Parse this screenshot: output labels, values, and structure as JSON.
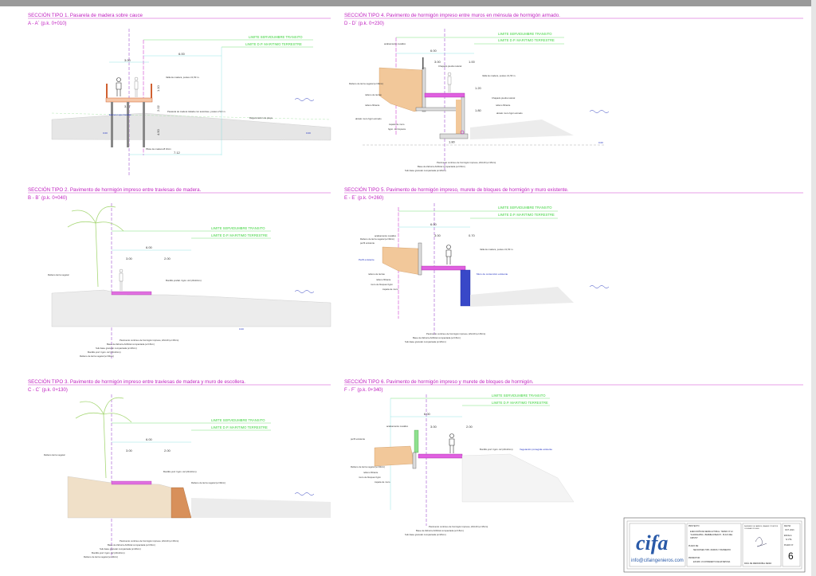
{
  "sections": [
    {
      "title": "SECCIÓN TIPO 1. Pasarela de madera sobre cauce",
      "subtitle": "A - A´ (p.k. 0+010)",
      "dims": [
        "6.00",
        "3.00",
        "1.10",
        "2.02",
        "4.50",
        "7.12",
        "3.07"
      ],
      "notes": [
        "Valla de madera, postes c/1,50 m.",
        "Pasarela de madera tratada con autoclave, postes c/3,6 m.",
        "Regeneración de playa",
        "Pilote de madera Ø 16cm"
      ],
      "levels": [
        "0.00",
        "0.00"
      ],
      "blue_note": "Estrato impermeable"
    },
    {
      "title": "SECCIÓN TIPO 2. Pavimento de hormigón impreso entre traviesas de madera.",
      "subtitle": "B - B´ (p.k. 0+040)",
      "dims": [
        "6.00",
        "3.00",
        "2.00"
      ],
      "notes": [
        "Relleno tierra vegetal",
        "Bordillo prefab. hgón. A2 (20x10cm)",
        "Pavimento continuo de hormigón impreso, HM-20 (e=15cm)",
        "Base de Zahorra Artificial compactada (e=15cm)",
        "Sub-base granular compactada (e=20cm)",
        "Bordillo pref. hgón. A2 (20x10cm)",
        "Relleno de tierra vegetal (e=30cm)"
      ],
      "levels": [
        "0.00"
      ]
    },
    {
      "title": "SECCIÓN TIPO 3. Pavimento de hormigón impreso entre traviesas de madera y muro de escollera.",
      "subtitle": "C - C´ (p.k. 0+130)",
      "dims": [
        "6.00",
        "3.00",
        "2.00"
      ],
      "notes": [
        "Relleno tierra vegetal",
        "Bordillo pref. hgón. A2 (20x10cm)",
        "Relleno de tierra vegetal (e=30cm)",
        "Pavimento continuo de hormigón impreso, HM-20 (e=15cm)",
        "Base de Zahorra Artificial compactada (e=15cm)",
        "Sub-base granular compactada (e=20cm)",
        "Bordillo pref. hgón. A2 (20x10cm)",
        "Relleno de tierra vegetal (e=30cm)"
      ]
    },
    {
      "title": "SECCIÓN TIPO 4. Pavimento de hormigón impreso entre muros en ménsula de hormigón armado.",
      "subtitle": "D - D´ (p.k. 0+230)",
      "dims": [
        "6.00",
        "3.00",
        "1.00",
        "1.20",
        "1.80",
        "1.80"
      ],
      "notes": [
        "acabamiento metálico",
        "Chapado piedra natural",
        "Valla de madera, postes c/1,50 m.",
        "Relleno de tierra vegetal (e=30cm)",
        "relleno de tierras",
        "relleno filtrante",
        "Chapado piedra natural",
        "relleno filtrante",
        "alzado muro hgón armado",
        "alzado muro hgón armado",
        "zapata de muro",
        "hgón. de limpieza",
        "Pavimento continuo de hormigón impreso, HM-20 (e=15cm)",
        "Base de Zahorra Artificial compactada (e=15cm)",
        "Sub-base granular compactada (e=20cm)"
      ],
      "levels": [
        "0.00"
      ]
    },
    {
      "title": "SECCIÓN TIPO 5. Pavimento de hormigón impreso, murete de bloques de hormigón y muro existente.",
      "subtitle": "E - E´ (p.k. 0+260)",
      "dims": [
        "6.00",
        "3.00",
        "0.70"
      ],
      "notes": [
        "acabamiento metálico",
        "Relleno de tierra vegetal (e=30cm)",
        "perfil existente",
        "Valla de madera, postes c/1,50 m.",
        "relleno de tierras",
        "relleno filtrante",
        "muro de bloques hgón",
        "zapata de muro",
        "Pavimento continuo de hormigón impreso, HM-20 (e=15cm)",
        "Base de Zahorra Artificial compactada (e=15cm)",
        "Sub-base granular compactada (e=20cm)"
      ],
      "blue_notes": [
        "Perfil existente",
        "Muro de contención existente"
      ]
    },
    {
      "title": "SECCIÓN TIPO 6. Pavimento de hormigón impreso y murete de bloques de hormigón.",
      "subtitle": "F - F´ (p.k. 0+340)",
      "dims": [
        "6.00",
        "3.00",
        "2.00"
      ],
      "notes": [
        "acabamiento metálico",
        "perfil existente",
        "Bordillo pref. hgón. A2 (20x10cm)",
        "Relleno de tierra vegetal (e=30cm)",
        "relleno filtrante",
        "muro de bloques hgón",
        "zapata de muro",
        "Pavimento continuo de hormigón impreso, HM-20 (e=15cm)",
        "Base de Zahorra Artificial compactada (e=15cm)",
        "Sub-base granular compactada (e=20cm)"
      ],
      "blue_notes": [
        "Vegetación protegida existente"
      ]
    }
  ],
  "limits": {
    "servidumbre": "LIMITE SERVIDUMBRE TRANSITO",
    "dp": "LIMITE D.P. MARITIMO TERRESTRE"
  },
  "title_block": {
    "logo": "cifa",
    "email": "info@cifaingenieros.com",
    "proyecto_label": "PROYECTO:",
    "proyecto": [
      "EJECUCIÓN DE SENDA LITORAL. TRAMO Nº 12",
      "\"GUADALMINA - BERMEJA BEACH - PLAYA DEL",
      "CRISTO\""
    ],
    "plano_label": "PLANO DE:",
    "plano": "SECCIONES TIPO. MUROS Y PAVIMENTO",
    "promotor_label": "PROMOTOR:",
    "promotor": "EXCMO. AYUNTAMIENTO DE ESTEPONA",
    "ingeniero_label": "INGENIERO DE CAMINOS, CANALES Y PUERTOS",
    "ingeniero_sub": "COLEGIADO Nº 00000",
    "ingeniero": "RAÚL DE MENDIZÁBAL NEIRA",
    "fecha_label": "FECHA",
    "fecha": "OCT. 2013",
    "escala_label": "ESCALA",
    "escala": "S/ VTA.",
    "plano_n_label": "PLANO Nº",
    "plano_n": "6"
  }
}
